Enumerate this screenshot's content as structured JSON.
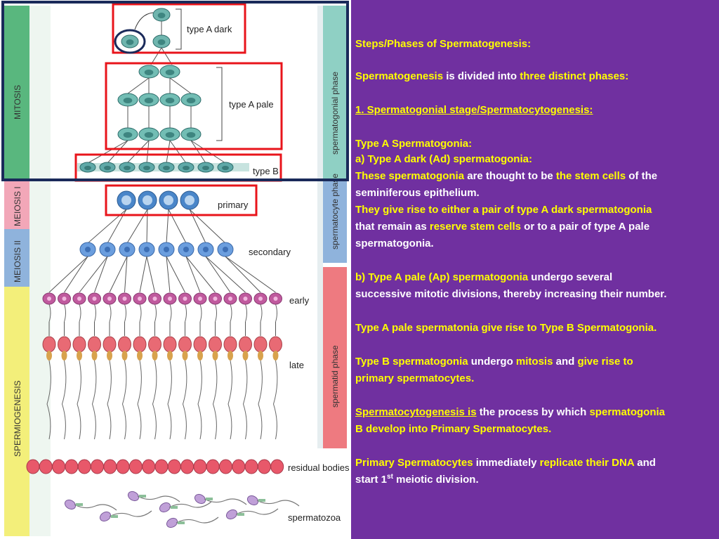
{
  "diagram": {
    "side_labels": {
      "mitosis": "MITOSIS",
      "meiosis_i": "MEIOSIS I",
      "meiosis_ii": "MEIOSIS II",
      "spermiogenesis": "SPERMIOGENESIS"
    },
    "phase_labels": {
      "spermatogonial": "spermatogonial phase",
      "spermatocyte": "spermatocyte phase",
      "spermatid": "spermatid phase"
    },
    "cell_labels": {
      "type_a_dark": "type A dark",
      "type_a_pale": "type A pale",
      "type_b": "type B",
      "primary": "primary",
      "secondary": "secondary",
      "early": "early",
      "late": "late",
      "residual_bodies": "residual bodies",
      "spermatozoa": "spermatozoa"
    },
    "colors": {
      "mitosis_band": "#59b77e",
      "meiosis_band": "#f2a7b8",
      "meiosis2_band": "#8fb3dc",
      "spermiogenesis_band": "#f3ef7a",
      "highlight_box": "#e8141b",
      "frame": "#1a2a5a"
    }
  },
  "panel": {
    "title": "Steps/Phases of Spermatogenesis:",
    "intro_1": "Spermatogenesis",
    "intro_2": " is divided into ",
    "intro_3": "three distinct phases:",
    "stage_heading": "1. Spermatogonial stage/Spermatocytogenesis:",
    "type_a_heading": "Type A Spermatogonia:",
    "ad_heading": "a) Type A dark (Ad) spermatogonia:",
    "p1_a": "These ",
    "p1_b": "spermatogonia",
    "p1_c": " are thought to be ",
    "p1_d": "the stem cells",
    "p1_e": " of the",
    "p1_f": "seminiferous epithelium.",
    "p2_a": "They give rise to either ",
    "p2_b": "a pair of type A dark spermatogonia",
    "p2_c": "that remain as ",
    "p2_d": "reserve stem cells",
    "p2_e": " or to a pair of type A pale",
    "p2_f": "spermatogonia.",
    "p3_a": "b) Type A pale (Ap) spermatogonia",
    "p3_b": " undergo several",
    "p3_c": "successive mitotic divisions, thereby increasing their number.",
    "p4": "Type A pale spermatonia give rise to Type B Spermatogonia.",
    "p5_a": "Type B spermatogonia",
    "p5_b": " undergo ",
    "p5_c": "mitosis",
    "p5_d": " and ",
    "p5_e": "give rise to",
    "p5_f": "primary spermatocytes.",
    "p6_a": "Spermatocytogenesis is",
    "p6_b": " the process by which ",
    "p6_c": "spermatogonia",
    "p6_d": "B develop into Primary Spermatocytes.",
    "p7_a": "Primary Spermatocytes",
    "p7_b": " immediately ",
    "p7_c": "replicate their DNA",
    "p7_d": " and",
    "p7_e": "start 1",
    "p7_sup": "st",
    "p7_f": " meiotic division."
  }
}
